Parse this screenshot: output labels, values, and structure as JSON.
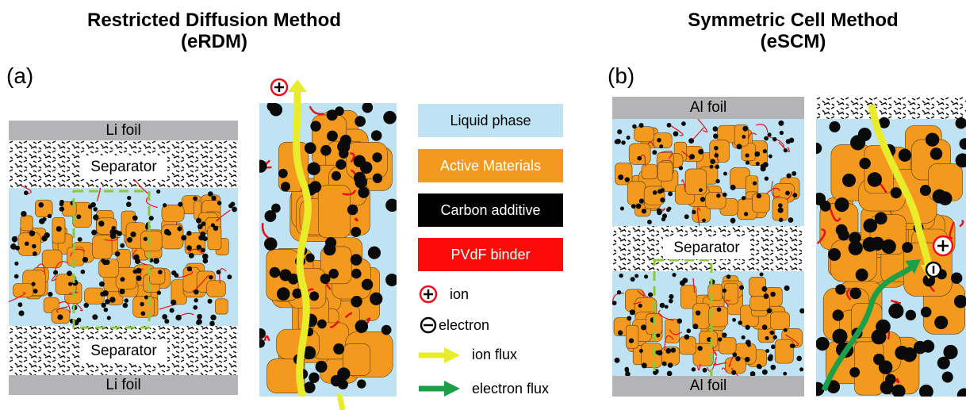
{
  "titles": {
    "left_line1": "Restricted Diffusion Method",
    "left_line2": "(eRDM)",
    "right_line1": "Symmetric Cell Method",
    "right_line2": "(eSCM)"
  },
  "panel_labels": {
    "a": "(a)",
    "b": "(b)"
  },
  "panel_a": {
    "top_foil": "Li foil",
    "bottom_foil": "Li foil",
    "top_separator": "Separator",
    "bottom_separator": "Separator"
  },
  "panel_b": {
    "top_foil": "Al foil",
    "bottom_foil": "Al foil",
    "separator": "Separator"
  },
  "legend": {
    "liquid_phase": "Liquid phase",
    "active_materials": "Active Materials",
    "carbon_additive": "Carbon additive",
    "pvdf_binder": "PVdF binder",
    "ion": "ion",
    "electron": "electron",
    "ion_flux": "ion flux",
    "electron_flux": "electron flux"
  },
  "colors": {
    "liquid": "#bfe3f2",
    "active": "#f39a1e",
    "carbon": "#0a0a0a",
    "binder": "#e8101a",
    "ion_flux": "#e8ec2a",
    "electron_flux": "#1d9f4a",
    "foil": "#b4b4b6",
    "zoom_box": "#8dc63f"
  }
}
